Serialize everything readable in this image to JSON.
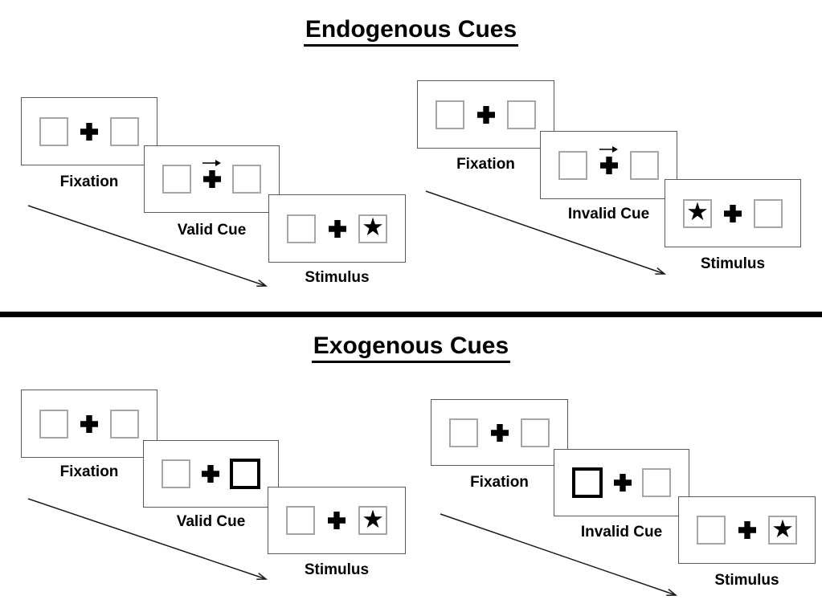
{
  "figure": {
    "colors": {
      "background": "#ffffff",
      "ink": "#000000",
      "panel_border": "#595959",
      "placeholder_box_border": "#a6a6a6",
      "divider": "#000000"
    },
    "sections": [
      {
        "title": "Endogenous Cues",
        "cue_style": "central arrow above fixation cross",
        "trials": [
          {
            "type": "valid",
            "frames": [
              {
                "label": "Fixation",
                "kind": "fixation"
              },
              {
                "label": "Valid Cue",
                "kind": "arrow-cue",
                "arrow_points": "right"
              },
              {
                "label": "Stimulus",
                "kind": "stimulus",
                "star_box": "right"
              }
            ]
          },
          {
            "type": "invalid",
            "frames": [
              {
                "label": "Fixation",
                "kind": "fixation"
              },
              {
                "label": "Invalid Cue",
                "kind": "arrow-cue",
                "arrow_points": "right"
              },
              {
                "label": "Stimulus",
                "kind": "stimulus",
                "star_box": "left"
              }
            ]
          }
        ]
      },
      {
        "title": "Exogenous Cues",
        "cue_style": "peripheral box brightening (thick black box)",
        "trials": [
          {
            "type": "valid",
            "frames": [
              {
                "label": "Fixation",
                "kind": "fixation"
              },
              {
                "label": "Valid Cue",
                "kind": "box-cue",
                "highlighted_box": "right"
              },
              {
                "label": "Stimulus",
                "kind": "stimulus",
                "star_box": "right"
              }
            ]
          },
          {
            "type": "invalid",
            "frames": [
              {
                "label": "Fixation",
                "kind": "fixation"
              },
              {
                "label": "Invalid Cue",
                "kind": "box-cue",
                "highlighted_box": "left"
              },
              {
                "label": "Stimulus",
                "kind": "stimulus",
                "star_box": "right"
              }
            ]
          }
        ]
      }
    ]
  }
}
